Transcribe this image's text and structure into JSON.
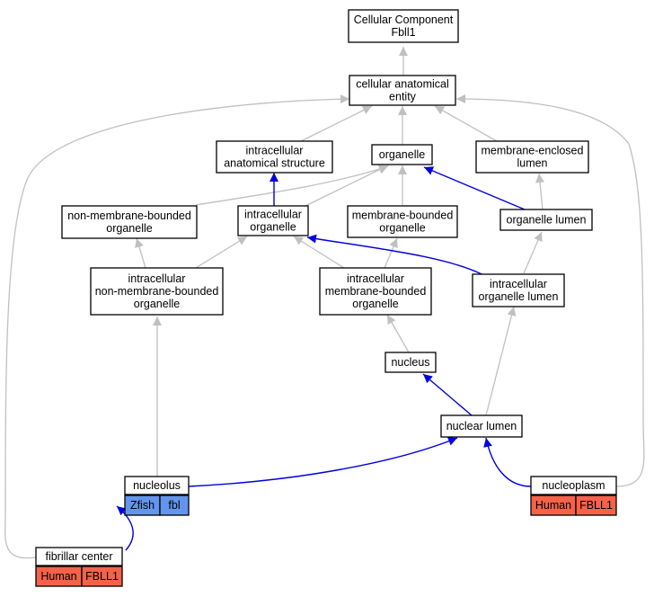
{
  "colors": {
    "is_a_edge": "#c0c0c0",
    "part_of_edge": "#0000e0",
    "human_cell": "#f4624a",
    "zfish_cell": "#6495ed"
  },
  "nodes": {
    "root": [
      "Cellular Component",
      "Fbll1"
    ],
    "cae": [
      "cellular anatomical",
      "entity"
    ],
    "ias": [
      "intracellular",
      "anatomical structure"
    ],
    "organelle": [
      "organelle"
    ],
    "mel": [
      "membrane-enclosed",
      "lumen"
    ],
    "nmbo": [
      "non-membrane-bounded",
      "organelle"
    ],
    "io": [
      "intracellular",
      "organelle"
    ],
    "mbo": [
      "membrane-bounded",
      "organelle"
    ],
    "ol": [
      "organelle lumen"
    ],
    "inmbo": [
      "intracellular",
      "non-membrane-bounded",
      "organelle"
    ],
    "imbo": [
      "intracellular",
      "membrane-bounded",
      "organelle"
    ],
    "iol": [
      "intracellular",
      "organelle lumen"
    ],
    "nucleus": [
      "nucleus"
    ],
    "nuclear_lumen": [
      "nuclear lumen"
    ],
    "nucleolus": [
      "nucleolus"
    ],
    "nucleoplasm": [
      "nucleoplasm"
    ],
    "fibrillar": [
      "fibrillar center"
    ]
  },
  "annotations": {
    "nucleolus": [
      "Zfish",
      "fbl"
    ],
    "nucleoplasm": [
      "Human",
      "FBLL1"
    ],
    "fibrillar": [
      "Human",
      "FBLL1"
    ]
  }
}
